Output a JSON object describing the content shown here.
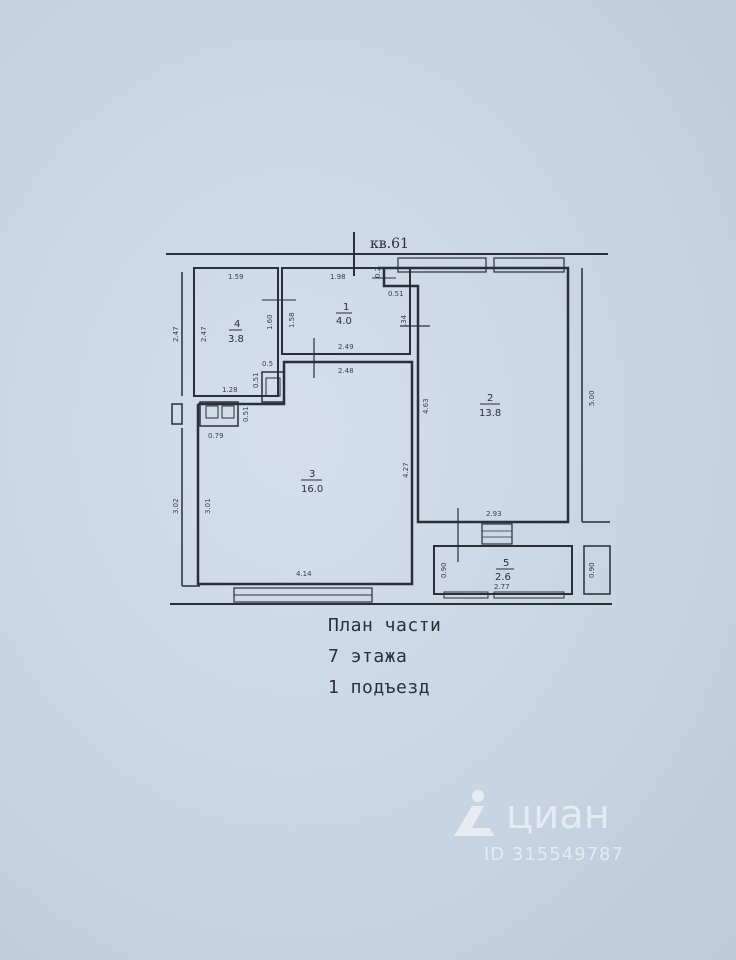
{
  "apartment_label": "кв.61",
  "rooms": [
    {
      "number": "1",
      "area": "4.0"
    },
    {
      "number": "2",
      "area": "13.8"
    },
    {
      "number": "3",
      "area": "16.0"
    },
    {
      "number": "4",
      "area": "3.8"
    },
    {
      "number": "5",
      "area": "2.6"
    }
  ],
  "dimensions": {
    "d_1_59": "1.59",
    "d_1_98": "1.98",
    "d_0_2": "0.2",
    "d_0_51a": "0.51",
    "d_2_47a": "2.47",
    "d_2_47b": "2.47",
    "d_1_60": "1.60",
    "d_1_58": "1.58",
    "d_34": ".34",
    "d_2_49": "2.49",
    "d_2_48": "2.48",
    "d_0_5": "0.5",
    "d_1_28": "1.28",
    "d_0_51b": "0.51",
    "d_0_51c": "0.51",
    "d_0_79": "0.79",
    "d_4_63": "4.63",
    "d_5_00": "5.00",
    "d_4_27": "4.27",
    "d_3_02": "3.02",
    "d_3_01": "3.01",
    "d_2_93": "2.93",
    "d_0_90a": "0.90",
    "d_0_90b": "0.90",
    "d_2_77": "2.77",
    "d_4_14": "4.14"
  },
  "caption": {
    "line1": "План части",
    "line2": "7 этажа",
    "line3": "1 подъезд"
  },
  "watermark": {
    "logo_icon": "cian-person-icon",
    "text": "циан",
    "id_text": "ID 315549787"
  },
  "colors": {
    "paper": "#c9d6e4",
    "ink": "#2b2f38",
    "watermark": "#ffffff"
  }
}
